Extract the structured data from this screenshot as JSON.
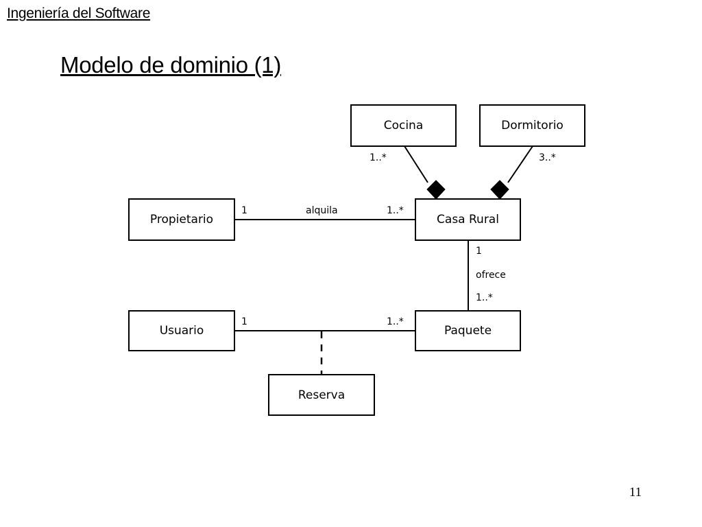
{
  "header": {
    "course": "Ingeniería del Software"
  },
  "slide": {
    "title": "Modelo de dominio (1)",
    "page_number": "11"
  },
  "diagram": {
    "classes": {
      "cocina": "Cocina",
      "dormitorio": "Dormitorio",
      "propietario": "Propietario",
      "casa_rural": "Casa Rural",
      "usuario": "Usuario",
      "paquete": "Paquete",
      "reserva": "Reserva"
    },
    "associations": {
      "cocina_casa": {
        "multiplicity": "1..*"
      },
      "dormitorio_casa": {
        "multiplicity": "3..*"
      },
      "alquila": {
        "name": "alquila",
        "left_mult": "1",
        "right_mult": "1..*"
      },
      "ofrece": {
        "name": "ofrece",
        "top_mult": "1",
        "bottom_mult": "1..*"
      },
      "usuario_paquete": {
        "left_mult": "1",
        "right_mult": "1..*"
      }
    }
  }
}
